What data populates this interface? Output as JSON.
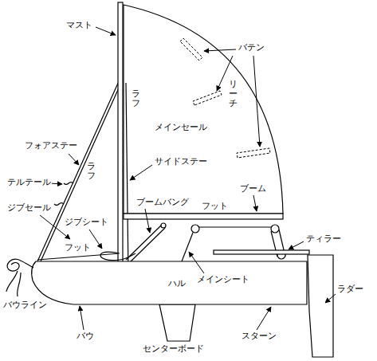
{
  "diagram": {
    "labels": [
      "マスト",
      "バテン",
      "ラフ",
      "リーチ",
      "メインセール",
      "フォアステー",
      "ラフ",
      "テルテール",
      "サイドステー",
      "ジブセール",
      "ブームバング",
      "フット",
      "ブーム",
      "ティラー",
      "ジブシート",
      "フット",
      "ハル",
      "メインシート",
      "バウライン",
      "バウ",
      "センターボード",
      "スターン",
      "ラダー"
    ]
  }
}
